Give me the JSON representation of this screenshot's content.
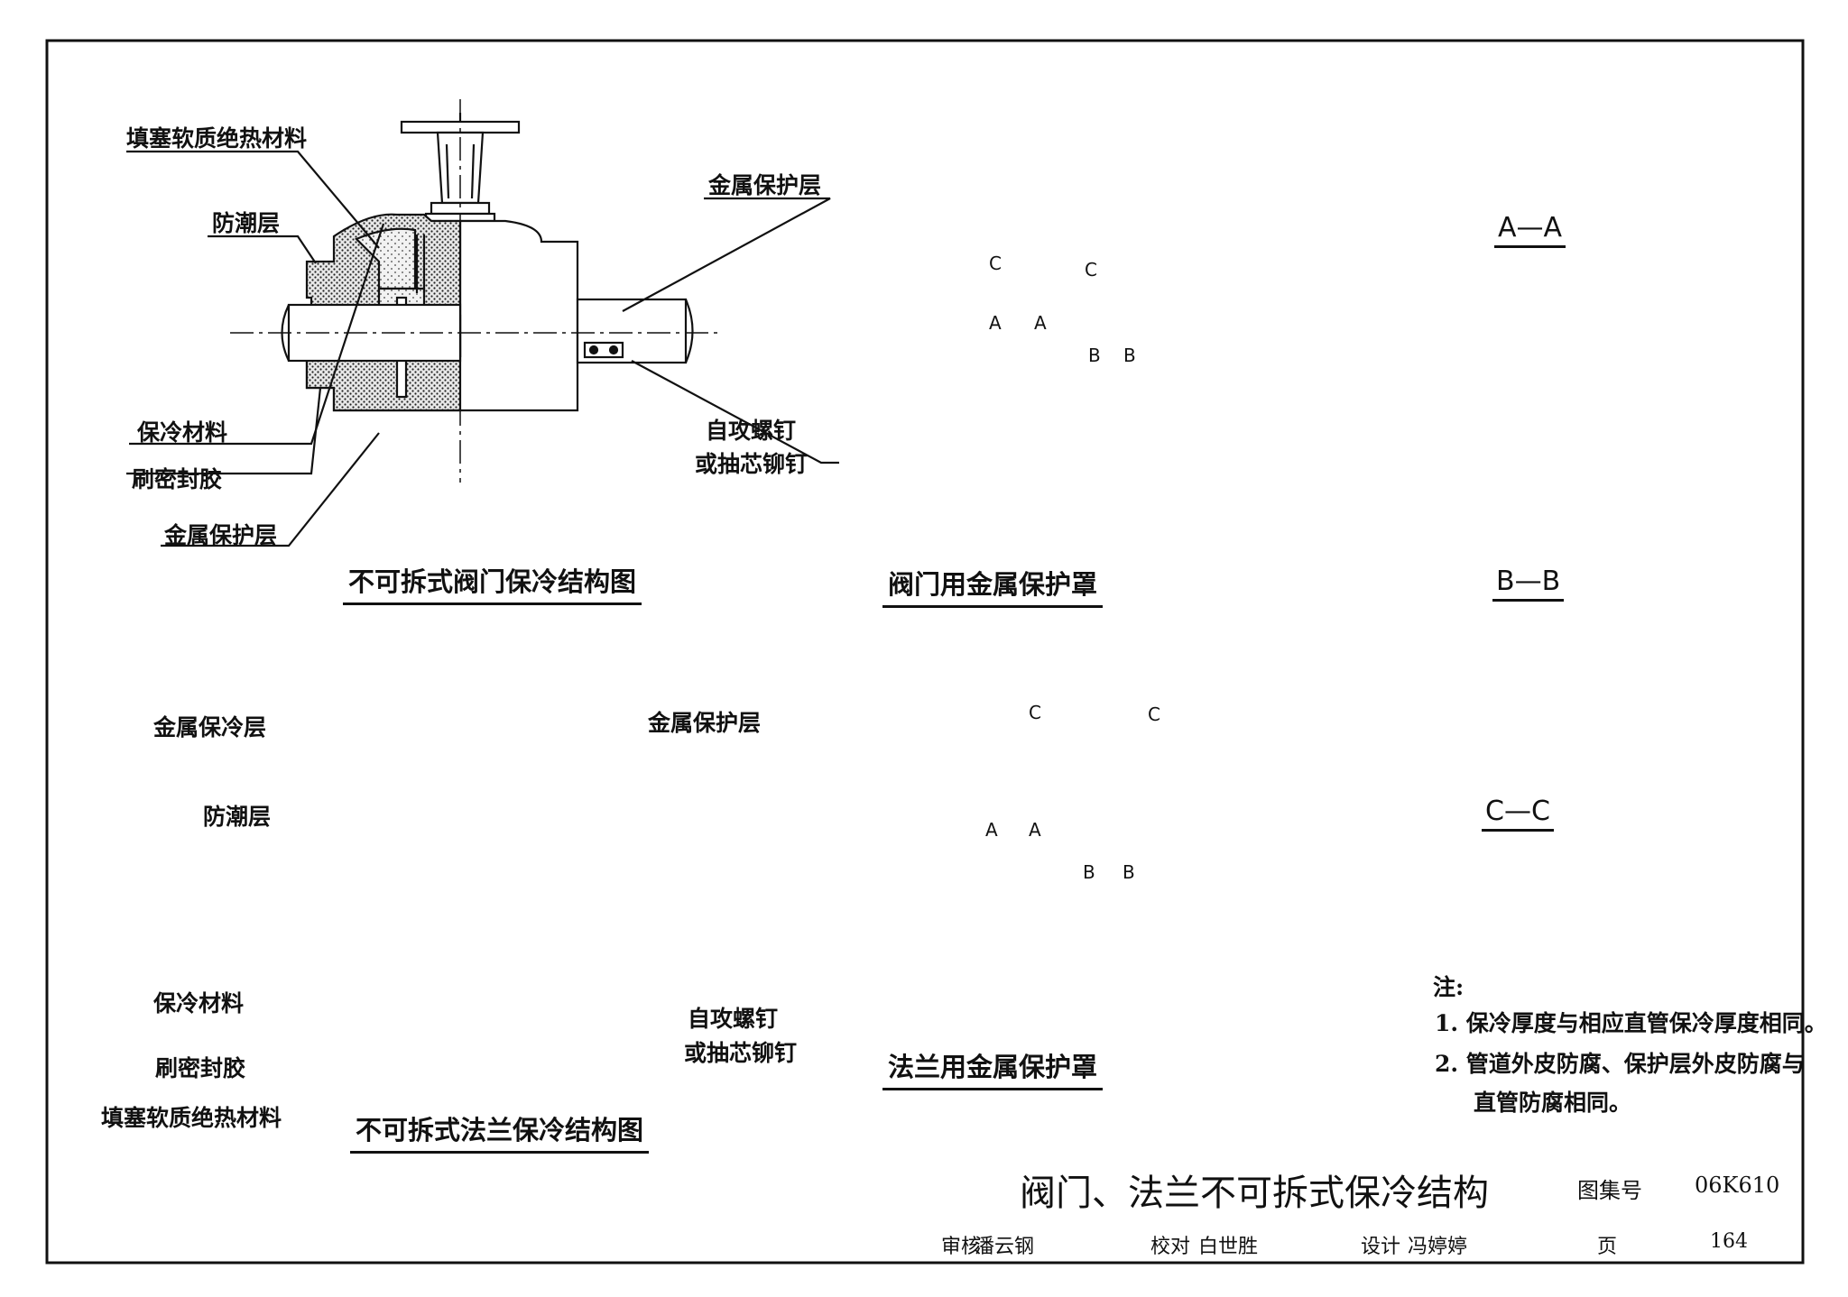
{
  "valve_section": {
    "caption": "不可拆式阀门保冷结构图",
    "labels": {
      "fill_material": "填塞软质绝热材料",
      "moisture_layer": "防潮层",
      "cold_material": "保冷材料",
      "sealant": "刷密封胶",
      "metal_jacket_left": "金属保护层",
      "metal_jacket_right": "金属保护层",
      "screw_line1": "自攻螺钉",
      "screw_line2": "或抽芯铆钉"
    }
  },
  "flange_section": {
    "caption": "不可拆式法兰保冷结构图",
    "labels": {
      "metal_cold_layer": "金属保冷层",
      "moisture_layer": "防潮层",
      "cold_material": "保冷材料",
      "sealant": "刷密封胶",
      "fill_material": "填塞软质绝热材料",
      "metal_jacket": "金属保护层",
      "screw_line1": "自攻螺钉",
      "screw_line2": "或抽芯铆钉"
    }
  },
  "valve_cover": {
    "caption": "阀门用金属保护罩",
    "tag_a": "A",
    "tag_b": "B",
    "tag_c": "C"
  },
  "flange_cover": {
    "caption": "法兰用金属保护罩",
    "tag_a": "A",
    "tag_b": "B",
    "tag_c": "C"
  },
  "sections": {
    "aa": "A—A",
    "bb": "B—B",
    "cc": "C—C"
  },
  "notes": {
    "title": "注:",
    "n1": "1. 保冷厚度与相应直管保冷厚度相同。",
    "n2a": "2. 管道外皮防腐、保护层外皮防腐与",
    "n2b": "直管防腐相同。"
  },
  "title_block": {
    "title": "阀门、法兰不可拆式保冷结构",
    "atlas_label": "图集号",
    "atlas_no": "06K610",
    "reviewer_label": "审核",
    "reviewer": "潘云钢",
    "checker_label": "校对",
    "checker": "白世胜",
    "designer_label": "设计",
    "designer": "冯婷婷",
    "page_label": "页",
    "page_no": "164"
  }
}
